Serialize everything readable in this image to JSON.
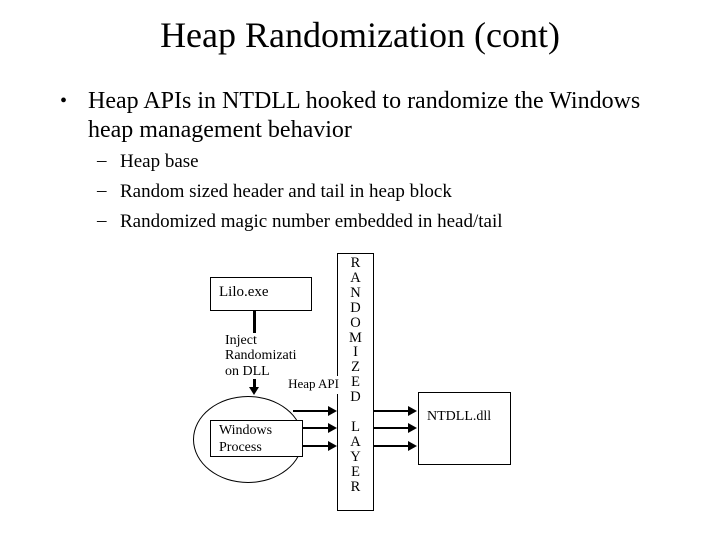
{
  "colors": {
    "background": "#ffffff",
    "ink": "#000000"
  },
  "slide": {
    "title": "Heap Randomization (cont)",
    "bullet_marker": "•",
    "bullet": "Heap APIs in NTDLL hooked to randomize the Windows heap management behavior",
    "sub_bullet_marker": "–",
    "sub_bullets": [
      "Heap base",
      "Random sized header and tail in heap block",
      "Randomized magic number embedded in head/tail"
    ]
  },
  "diagram": {
    "lilo_box_label": "Lilo.exe",
    "inject_label_lines": [
      "Inject",
      "Randomizati",
      "on DLL"
    ],
    "heap_api_label": "Heap API",
    "randomized_letters": [
      "R",
      "A",
      "N",
      "D",
      "O",
      "M",
      "I",
      "Z",
      "E",
      "D"
    ],
    "layer_letters": [
      "L",
      "A",
      "Y",
      "E",
      "R"
    ],
    "windows_process_lines": [
      "Windows",
      "Process"
    ],
    "ntdll_box_label": "NTDLL.dll"
  }
}
